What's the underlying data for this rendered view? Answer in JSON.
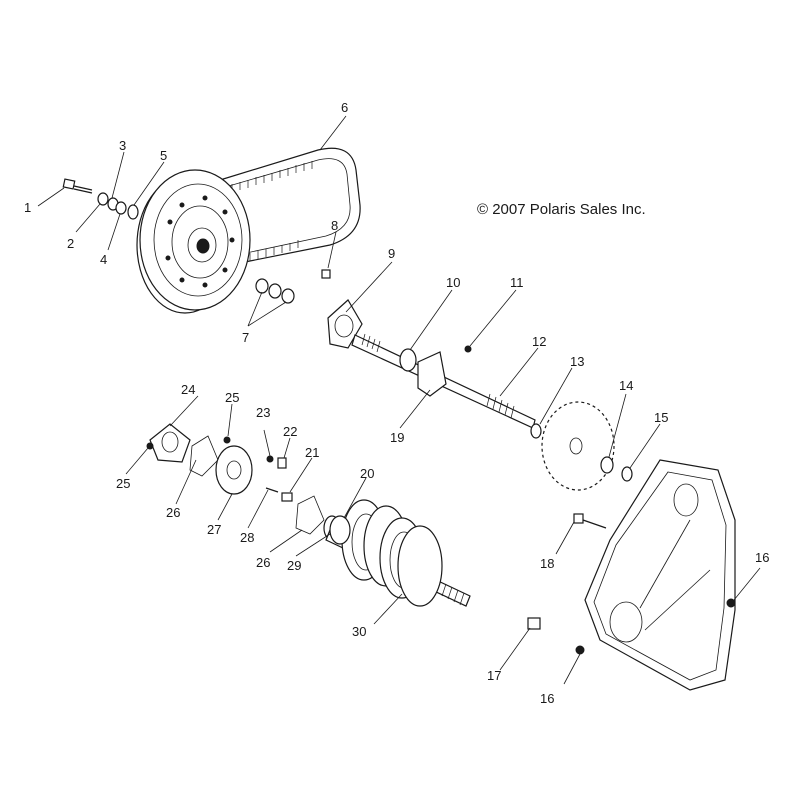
{
  "copyright": "© 2007 Polaris Sales Inc.",
  "callouts": [
    {
      "key": "c1",
      "label": "1"
    },
    {
      "key": "c2",
      "label": "2"
    },
    {
      "key": "c3",
      "label": "3"
    },
    {
      "key": "c4",
      "label": "4"
    },
    {
      "key": "c5",
      "label": "5"
    },
    {
      "key": "c6",
      "label": "6"
    },
    {
      "key": "c7",
      "label": "7"
    },
    {
      "key": "c8",
      "label": "8"
    },
    {
      "key": "c9",
      "label": "9"
    },
    {
      "key": "c10",
      "label": "10"
    },
    {
      "key": "c11",
      "label": "11"
    },
    {
      "key": "c12",
      "label": "12"
    },
    {
      "key": "c13",
      "label": "13"
    },
    {
      "key": "c14",
      "label": "14"
    },
    {
      "key": "c15",
      "label": "15"
    },
    {
      "key": "c16a",
      "label": "16"
    },
    {
      "key": "c16b",
      "label": "16"
    },
    {
      "key": "c17",
      "label": "17"
    },
    {
      "key": "c18",
      "label": "18"
    },
    {
      "key": "c19",
      "label": "19"
    },
    {
      "key": "c20",
      "label": "20"
    },
    {
      "key": "c21",
      "label": "21"
    },
    {
      "key": "c22",
      "label": "22"
    },
    {
      "key": "c23",
      "label": "23"
    },
    {
      "key": "c24",
      "label": "24"
    },
    {
      "key": "c25a",
      "label": "25"
    },
    {
      "key": "c25b",
      "label": "25"
    },
    {
      "key": "c26a",
      "label": "26"
    },
    {
      "key": "c26b",
      "label": "26"
    },
    {
      "key": "c27",
      "label": "27"
    },
    {
      "key": "c28",
      "label": "28"
    },
    {
      "key": "c29",
      "label": "29"
    },
    {
      "key": "c30",
      "label": "30"
    }
  ]
}
